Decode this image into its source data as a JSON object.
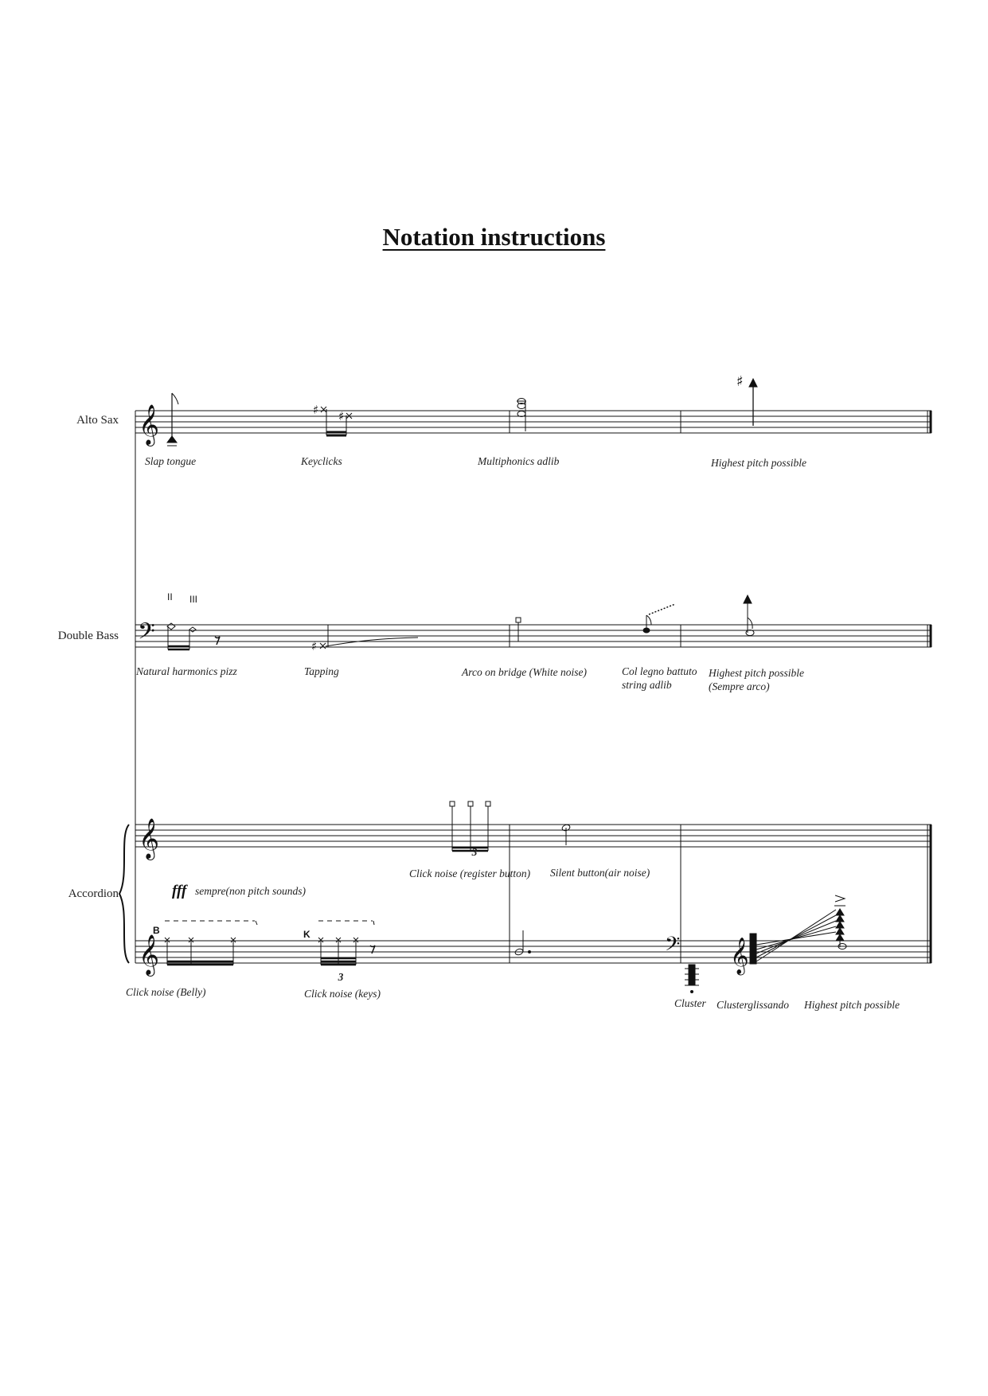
{
  "title": "Notation  instructions",
  "instruments": {
    "alto_sax": "Alto Sax",
    "double_bass": "Double Bass",
    "accordion": "Accordion"
  },
  "sax_labels": {
    "slap_tongue": "Slap tongue",
    "keyclicks": "Keyclicks",
    "multiphonics": "Multiphonics adlib",
    "highest": "Highest pitch possible"
  },
  "bass_labels": {
    "harmonics": "Natural harmonics pizz",
    "tapping": "Tapping",
    "arco_bridge": "Arco on bridge (White noise)",
    "col_legno_1": "Col legno battuto",
    "col_legno_2": "string adlib",
    "highest_1": "Highest pitch possible",
    "highest_2": "(Sempre arco)",
    "string_II": "II",
    "string_III": "III"
  },
  "accordion_labels": {
    "register_click": "Click noise (register button)",
    "silent_button": "Silent button(air noise)",
    "dynamic_fff": "fff",
    "dynamic_text": "sempre(non pitch sounds)",
    "belly_marker": "B",
    "keys_marker": "K",
    "click_belly": "Click noise (Belly)",
    "click_keys": "Click noise (keys)",
    "cluster": "Cluster",
    "cluster_gliss": "Clusterglissando",
    "highest": "Highest pitch possible",
    "tuplet_top": "3",
    "tuplet_bottom": "3"
  }
}
